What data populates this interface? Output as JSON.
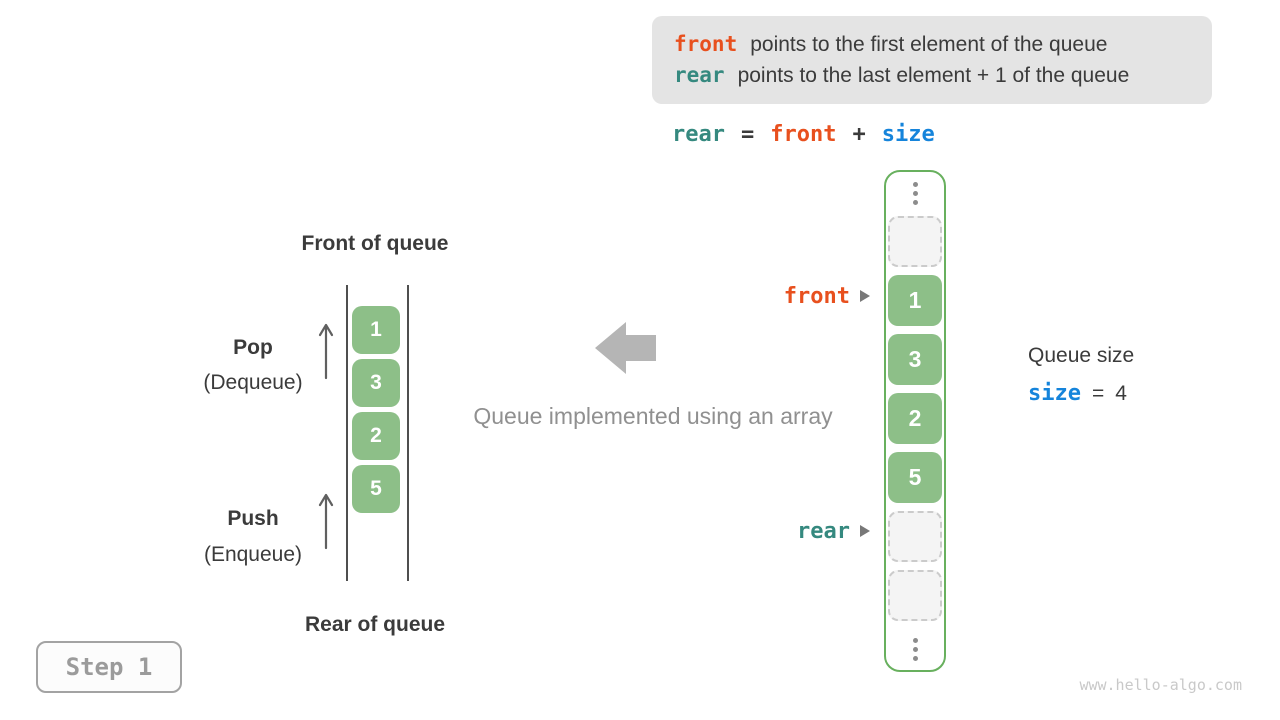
{
  "colors": {
    "accent_orange": "#E8501E",
    "accent_teal": "#35897F",
    "accent_blue": "#1584DB",
    "cell_green": "#8DBF88",
    "container_green_border": "#68B05E",
    "legend_box_bg": "#E4E4E4",
    "dark_text": "#3B3B3B",
    "caption_gray": "#909090"
  },
  "icons": {
    "pointer_arrowhead": "right-arrowhead",
    "direction_arrow": "left-block-arrow",
    "ellipsis": "vertical-ellipsis",
    "pop_arrow": "up-arrow",
    "push_arrow": "up-arrow"
  },
  "legend": {
    "lines": [
      {
        "keyword": "front",
        "text": "points to the first element of the queue"
      },
      {
        "keyword": "rear",
        "text": "points to the last element + 1 of the queue"
      }
    ]
  },
  "formula": {
    "tokens": [
      {
        "text": "rear",
        "style": "teal"
      },
      {
        "text": "=",
        "style": "dark"
      },
      {
        "text": "front",
        "style": "orange"
      },
      {
        "text": "+",
        "style": "dark"
      },
      {
        "text": "size",
        "style": "blue"
      }
    ]
  },
  "left_queue": {
    "front_label": "Front of queue",
    "rear_label": "Rear of queue",
    "cells": [
      "1",
      "3",
      "2",
      "5"
    ],
    "pop_title": "Pop",
    "pop_subtitle": "(Dequeue)",
    "push_title": "Push",
    "push_subtitle": "(Enqueue)"
  },
  "center": {
    "caption": "Queue implemented using an array"
  },
  "right_queue": {
    "front_pointer": "front",
    "rear_pointer": "rear",
    "cells": [
      {
        "type": "empty",
        "value": ""
      },
      {
        "type": "filled",
        "value": "1",
        "pointer": "front"
      },
      {
        "type": "filled",
        "value": "3"
      },
      {
        "type": "filled",
        "value": "2"
      },
      {
        "type": "filled",
        "value": "5"
      },
      {
        "type": "empty",
        "value": "",
        "pointer": "rear"
      },
      {
        "type": "empty",
        "value": ""
      }
    ]
  },
  "size_info": {
    "title": "Queue size",
    "variable": "size",
    "equals": "=",
    "value": "4"
  },
  "step_badge": {
    "label": "Step 1"
  },
  "watermark": "www.hello-algo.com"
}
